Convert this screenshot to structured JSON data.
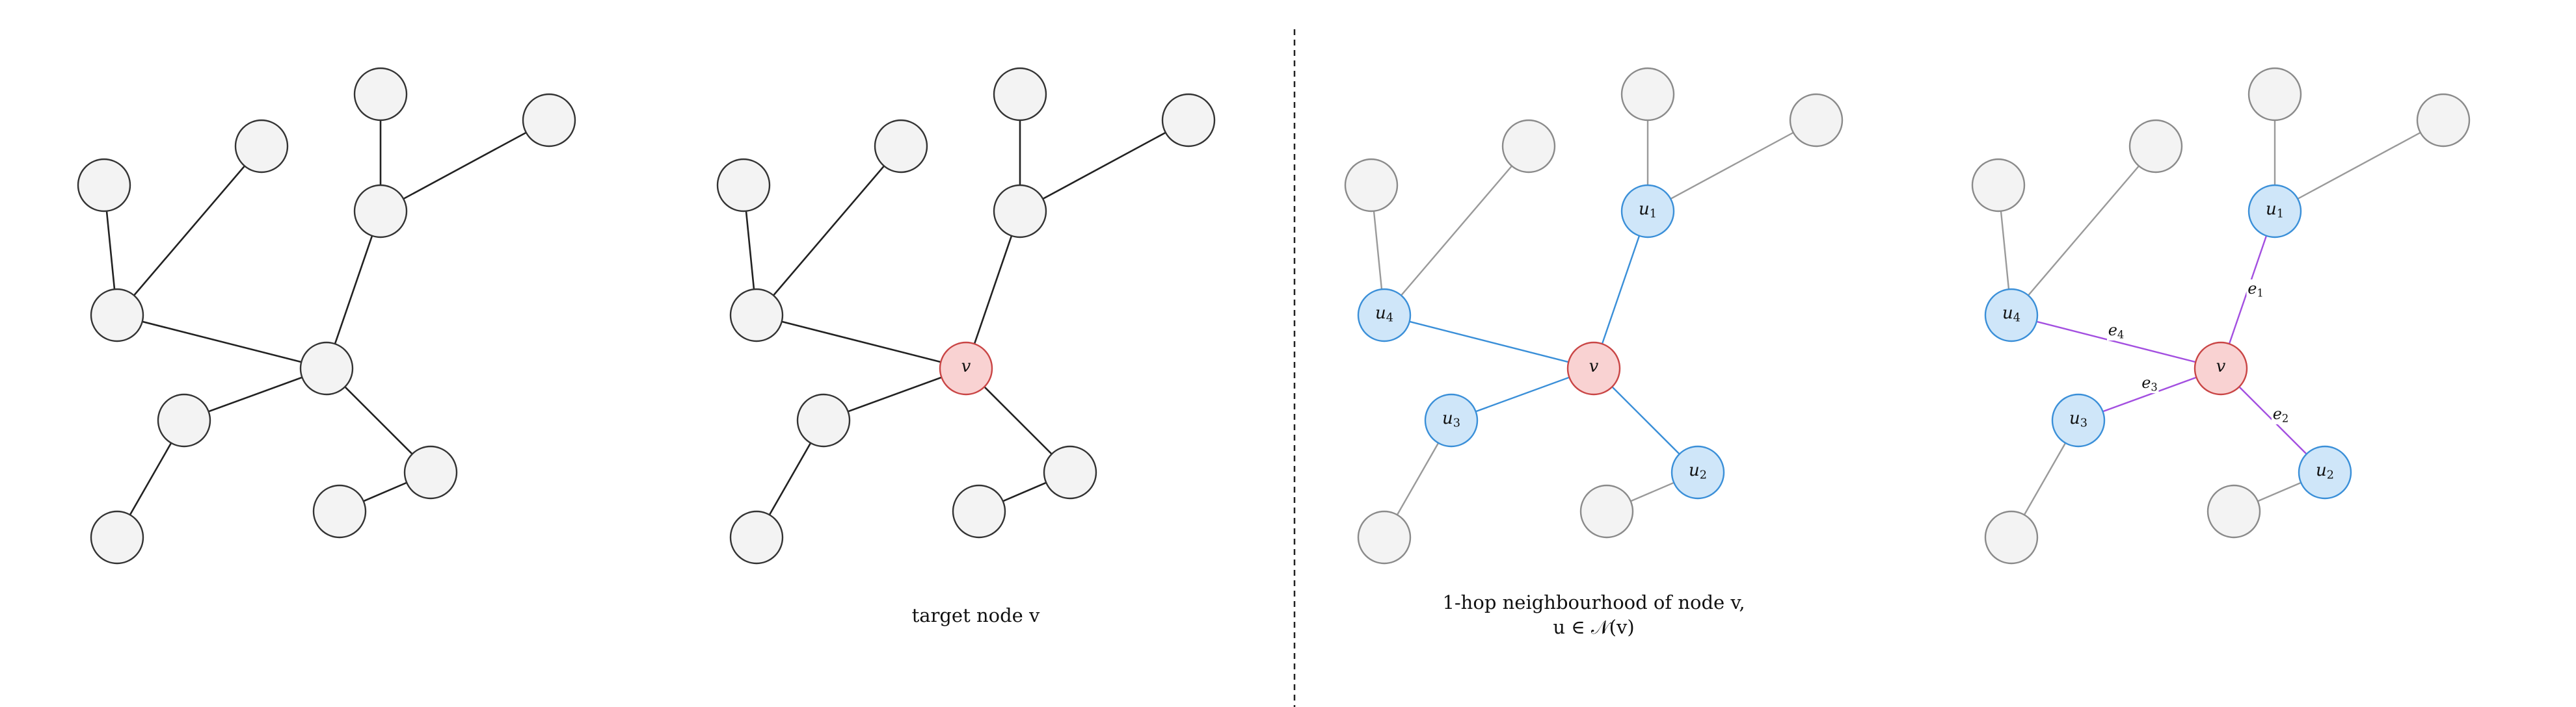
{
  "panels": [
    {
      "id": "graph",
      "nodes": [
        {
          "id": "c",
          "label": "",
          "style": "gray"
        },
        {
          "id": "n1",
          "label": "",
          "style": "gray"
        },
        {
          "id": "n2",
          "label": "",
          "style": "gray"
        },
        {
          "id": "n3",
          "label": "",
          "style": "gray"
        },
        {
          "id": "n4",
          "label": "",
          "style": "gray"
        },
        {
          "id": "a1",
          "label": "",
          "style": "gray"
        },
        {
          "id": "a2",
          "label": "",
          "style": "gray"
        },
        {
          "id": "b1",
          "label": "",
          "style": "gray"
        },
        {
          "id": "b2",
          "label": "",
          "style": "gray"
        },
        {
          "id": "d2",
          "label": "",
          "style": "gray"
        },
        {
          "id": "e1",
          "label": "",
          "style": "gray"
        }
      ],
      "edges": [
        {
          "from": "c",
          "to": "n1",
          "style": "black",
          "label": ""
        },
        {
          "from": "c",
          "to": "n2",
          "style": "black",
          "label": ""
        },
        {
          "from": "c",
          "to": "n3",
          "style": "black",
          "label": ""
        },
        {
          "from": "c",
          "to": "n4",
          "style": "black",
          "label": ""
        },
        {
          "from": "n1",
          "to": "a1",
          "style": "black",
          "label": ""
        },
        {
          "from": "n1",
          "to": "a2",
          "style": "black",
          "label": ""
        },
        {
          "from": "n4",
          "to": "b1",
          "style": "black",
          "label": ""
        },
        {
          "from": "n4",
          "to": "b2",
          "style": "black",
          "label": ""
        },
        {
          "from": "n2",
          "to": "d2",
          "style": "black",
          "label": ""
        },
        {
          "from": "n3",
          "to": "e1",
          "style": "black",
          "label": ""
        }
      ],
      "caption": []
    },
    {
      "id": "target",
      "nodes": [
        {
          "id": "c",
          "label": "v",
          "style": "red"
        },
        {
          "id": "n1",
          "label": "",
          "style": "gray"
        },
        {
          "id": "n2",
          "label": "",
          "style": "gray"
        },
        {
          "id": "n3",
          "label": "",
          "style": "gray"
        },
        {
          "id": "n4",
          "label": "",
          "style": "gray"
        },
        {
          "id": "a1",
          "label": "",
          "style": "gray"
        },
        {
          "id": "a2",
          "label": "",
          "style": "gray"
        },
        {
          "id": "b1",
          "label": "",
          "style": "gray"
        },
        {
          "id": "b2",
          "label": "",
          "style": "gray"
        },
        {
          "id": "d2",
          "label": "",
          "style": "gray"
        },
        {
          "id": "e1",
          "label": "",
          "style": "gray"
        }
      ],
      "edges": [
        {
          "from": "c",
          "to": "n1",
          "style": "black",
          "label": ""
        },
        {
          "from": "c",
          "to": "n2",
          "style": "black",
          "label": ""
        },
        {
          "from": "c",
          "to": "n3",
          "style": "black",
          "label": ""
        },
        {
          "from": "c",
          "to": "n4",
          "style": "black",
          "label": ""
        },
        {
          "from": "n1",
          "to": "a1",
          "style": "black",
          "label": ""
        },
        {
          "from": "n1",
          "to": "a2",
          "style": "black",
          "label": ""
        },
        {
          "from": "n4",
          "to": "b1",
          "style": "black",
          "label": ""
        },
        {
          "from": "n4",
          "to": "b2",
          "style": "black",
          "label": ""
        },
        {
          "from": "n2",
          "to": "d2",
          "style": "black",
          "label": ""
        },
        {
          "from": "n3",
          "to": "e1",
          "style": "black",
          "label": ""
        }
      ],
      "caption": [
        "target node v"
      ]
    },
    {
      "id": "neighbourhood",
      "nodes": [
        {
          "id": "c",
          "label": "v",
          "style": "red"
        },
        {
          "id": "n1",
          "label": "u1",
          "style": "blue"
        },
        {
          "id": "n2",
          "label": "u2",
          "style": "blue"
        },
        {
          "id": "n3",
          "label": "u3",
          "style": "blue"
        },
        {
          "id": "n4",
          "label": "u4",
          "style": "blue"
        },
        {
          "id": "a1",
          "label": "",
          "style": "lightgray"
        },
        {
          "id": "a2",
          "label": "",
          "style": "lightgray"
        },
        {
          "id": "b1",
          "label": "",
          "style": "lightgray"
        },
        {
          "id": "b2",
          "label": "",
          "style": "lightgray"
        },
        {
          "id": "d2",
          "label": "",
          "style": "lightgray"
        },
        {
          "id": "e1",
          "label": "",
          "style": "lightgray"
        }
      ],
      "edges": [
        {
          "from": "c",
          "to": "n1",
          "style": "blue",
          "label": ""
        },
        {
          "from": "c",
          "to": "n2",
          "style": "blue",
          "label": ""
        },
        {
          "from": "c",
          "to": "n3",
          "style": "blue",
          "label": ""
        },
        {
          "from": "c",
          "to": "n4",
          "style": "blue",
          "label": ""
        },
        {
          "from": "n1",
          "to": "a1",
          "style": "gray",
          "label": ""
        },
        {
          "from": "n1",
          "to": "a2",
          "style": "gray",
          "label": ""
        },
        {
          "from": "n4",
          "to": "b1",
          "style": "gray",
          "label": ""
        },
        {
          "from": "n4",
          "to": "b2",
          "style": "gray",
          "label": ""
        },
        {
          "from": "n2",
          "to": "d2",
          "style": "gray",
          "label": ""
        },
        {
          "from": "n3",
          "to": "e1",
          "style": "gray",
          "label": ""
        }
      ],
      "caption": [
        "1-hop neighbourhood of node v,",
        "u ∈ 𝒩(v)"
      ]
    },
    {
      "id": "edges",
      "nodes": [
        {
          "id": "c",
          "label": "v",
          "style": "red"
        },
        {
          "id": "n1",
          "label": "u1",
          "style": "blue"
        },
        {
          "id": "n2",
          "label": "u2",
          "style": "blue"
        },
        {
          "id": "n3",
          "label": "u3",
          "style": "blue"
        },
        {
          "id": "n4",
          "label": "u4",
          "style": "blue"
        },
        {
          "id": "a1",
          "label": "",
          "style": "lightgray"
        },
        {
          "id": "a2",
          "label": "",
          "style": "lightgray"
        },
        {
          "id": "b1",
          "label": "",
          "style": "lightgray"
        },
        {
          "id": "b2",
          "label": "",
          "style": "lightgray"
        },
        {
          "id": "d2",
          "label": "",
          "style": "lightgray"
        },
        {
          "id": "e1",
          "label": "",
          "style": "lightgray"
        }
      ],
      "edges": [
        {
          "from": "c",
          "to": "n1",
          "style": "purple",
          "label": "e1"
        },
        {
          "from": "c",
          "to": "n2",
          "style": "purple",
          "label": "e2"
        },
        {
          "from": "c",
          "to": "n3",
          "style": "purple",
          "label": "e3"
        },
        {
          "from": "c",
          "to": "n4",
          "style": "purple",
          "label": "e4"
        },
        {
          "from": "n1",
          "to": "a1",
          "style": "gray",
          "label": ""
        },
        {
          "from": "n1",
          "to": "a2",
          "style": "gray",
          "label": ""
        },
        {
          "from": "n4",
          "to": "b1",
          "style": "gray",
          "label": ""
        },
        {
          "from": "n4",
          "to": "b2",
          "style": "gray",
          "label": ""
        },
        {
          "from": "n2",
          "to": "d2",
          "style": "gray",
          "label": ""
        },
        {
          "from": "n3",
          "to": "e1",
          "style": "gray",
          "label": ""
        }
      ],
      "caption": []
    }
  ],
  "colors": {
    "gray_fill": "#f3f3f3",
    "gray_stroke": "#333333",
    "lightgray_fill": "#f3f3f3",
    "lightgray_stroke": "#8a8a8a",
    "red_fill": "#f9d2d2",
    "red_stroke": "#c94545",
    "blue_fill": "#cfe6f9",
    "blue_stroke": "#3a8fd8",
    "edge_black": "#222222",
    "edge_blue": "#3a8fd8",
    "edge_gray": "#9a9a9a",
    "edge_purple": "#a34fe0",
    "divider": "#222222"
  }
}
